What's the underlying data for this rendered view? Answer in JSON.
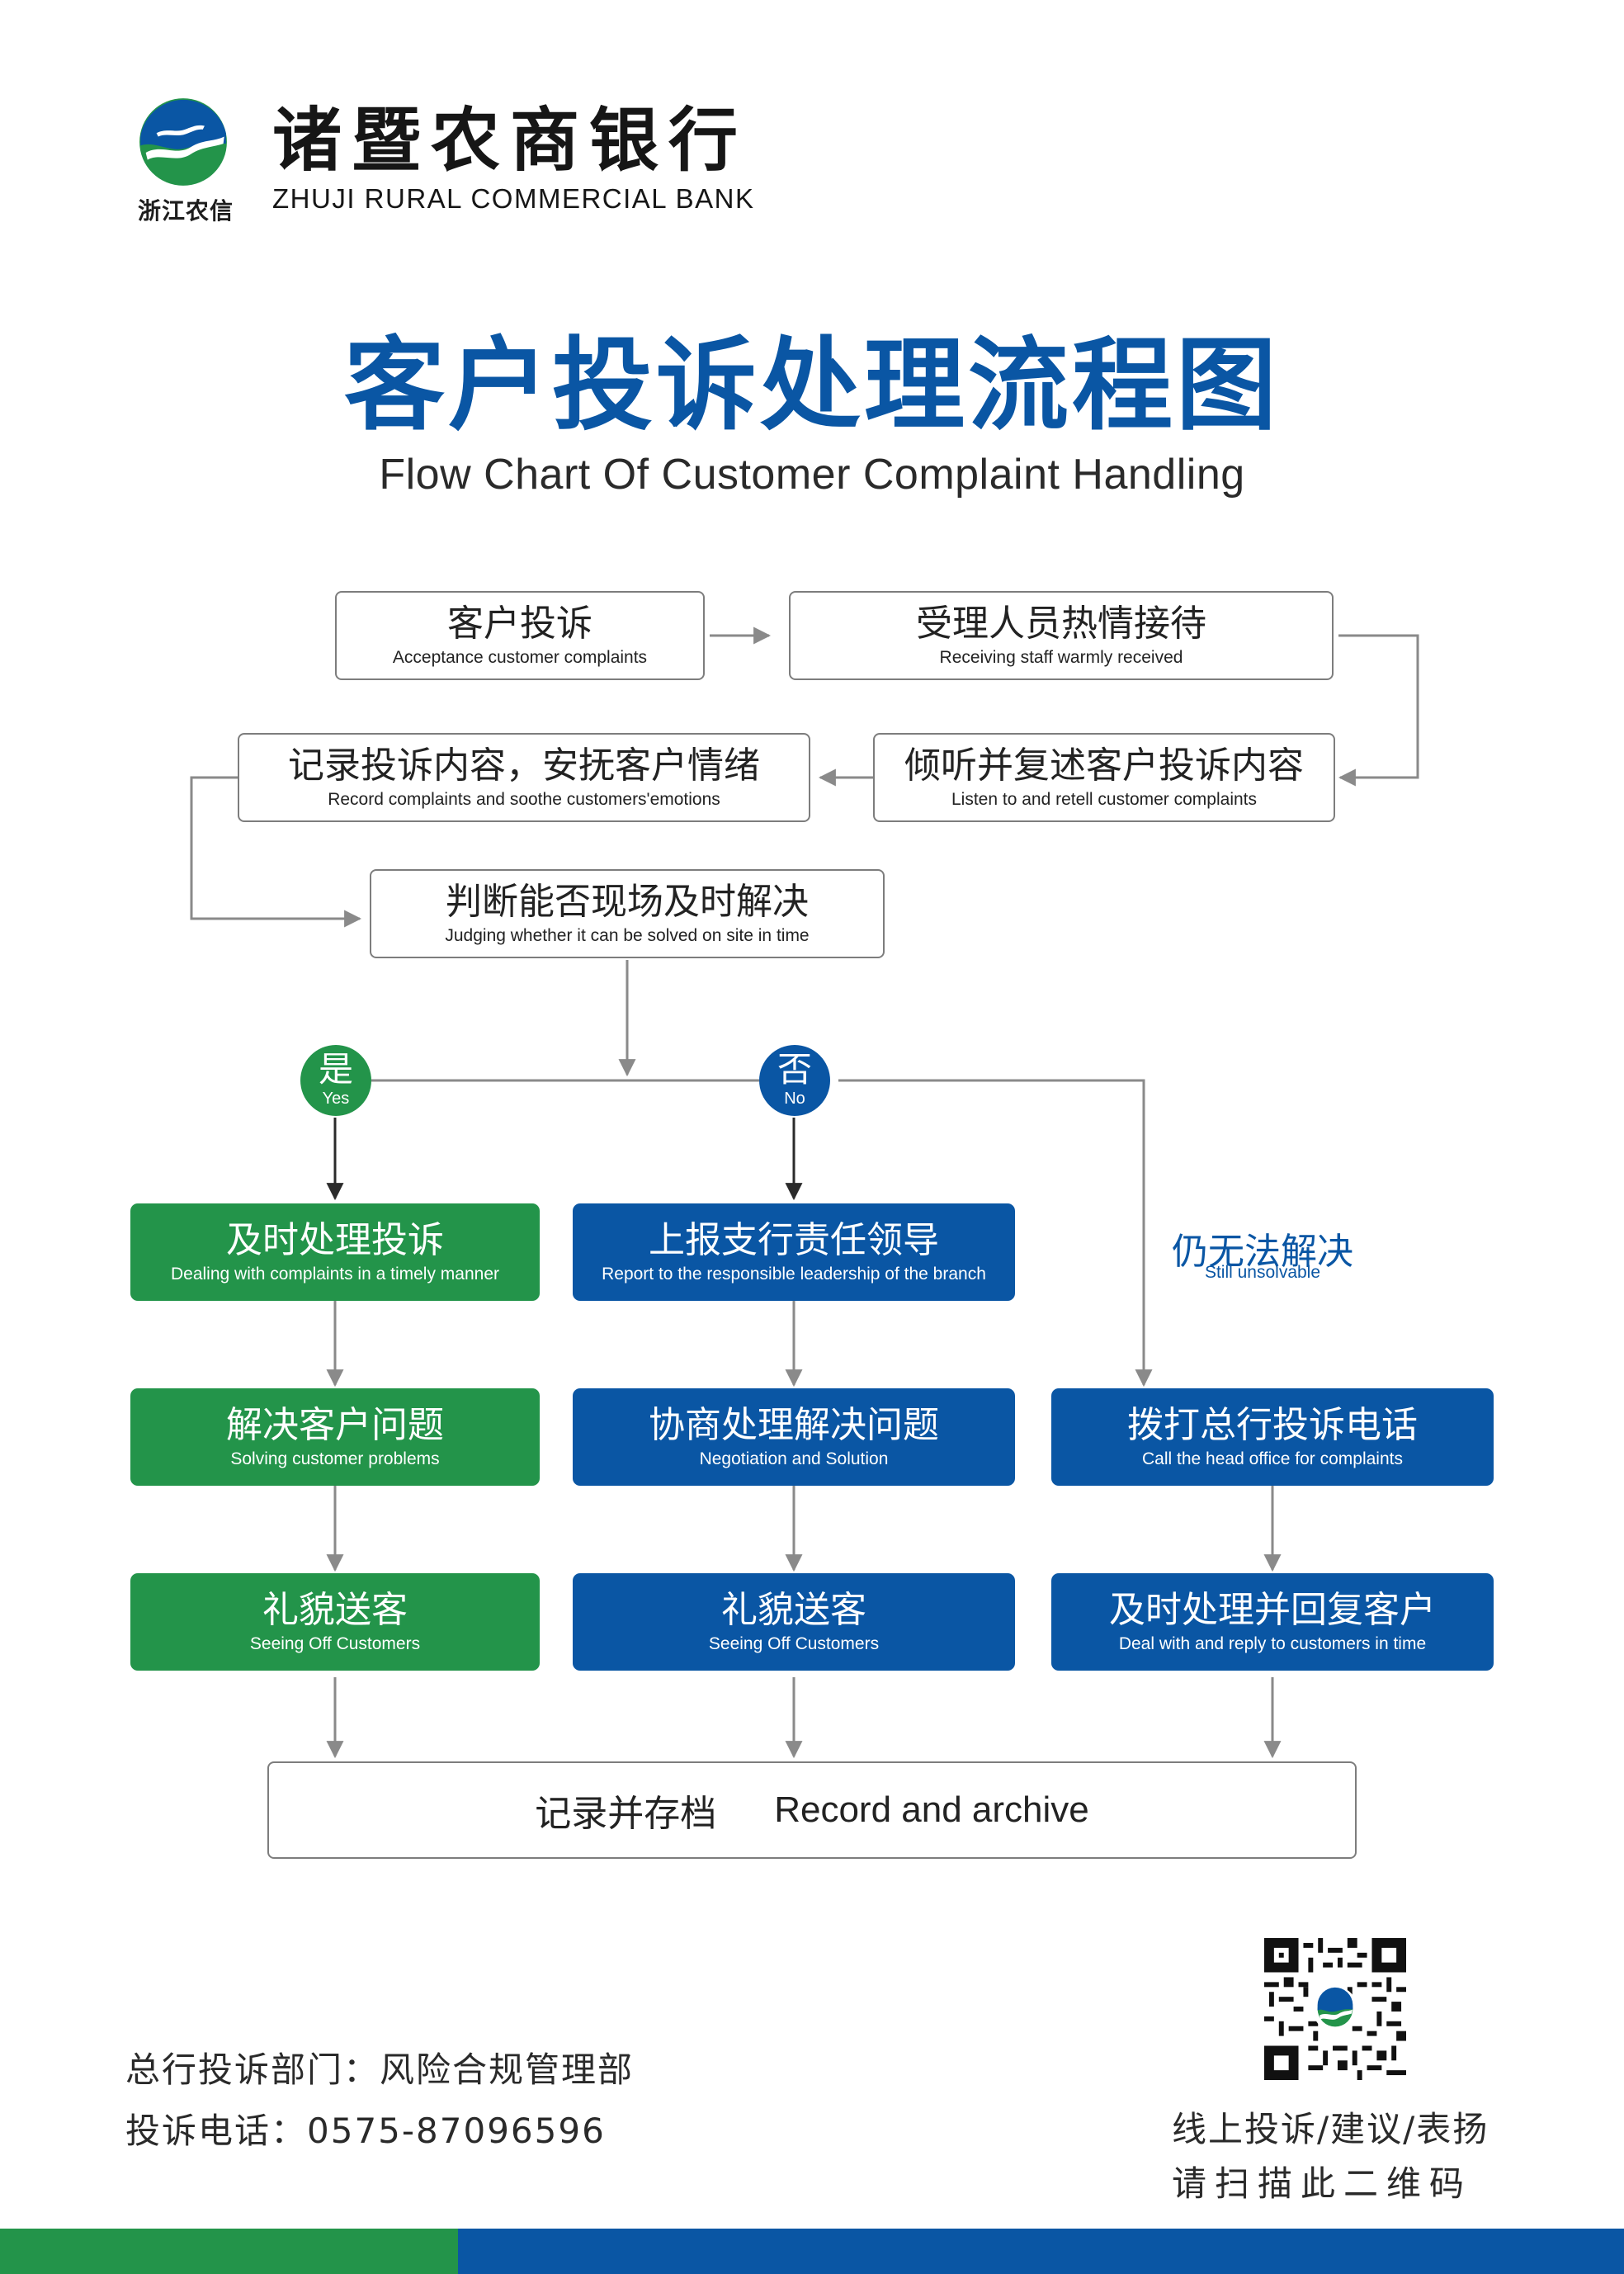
{
  "header": {
    "logo_caption": "浙江农信",
    "bank_name_cn": "诸暨农商银行",
    "bank_name_en": "ZHUJI RURAL COMMERCIAL BANK",
    "title_cn": "客户投诉处理流程图",
    "title_en": "Flow Chart Of Customer Complaint Handling"
  },
  "colors": {
    "green": "#23944a",
    "blue": "#0a56a4",
    "line": "#8a8a8a"
  },
  "flow": {
    "step1": {
      "cn": "客户投诉",
      "en": "Acceptance customer complaints"
    },
    "step2": {
      "cn": "受理人员热情接待",
      "en": "Receiving staff warmly received"
    },
    "step3": {
      "cn": "倾听并复述客户投诉内容",
      "en": "Listen to and retell customer complaints"
    },
    "step4": {
      "cn": "记录投诉内容，安抚客户情绪",
      "en": "Record complaints and soothe customers'emotions"
    },
    "step5": {
      "cn": "判断能否现场及时解决",
      "en": "Judging whether it can be solved on site in time"
    },
    "yes": {
      "cn": "是",
      "en": "Yes"
    },
    "no": {
      "cn": "否",
      "en": "No"
    },
    "yes_branch": [
      {
        "cn": "及时处理投诉",
        "en": "Dealing with complaints in a timely manner"
      },
      {
        "cn": "解决客户问题",
        "en": "Solving customer problems"
      },
      {
        "cn": "礼貌送客",
        "en": "Seeing Off Customers"
      }
    ],
    "no_branch": [
      {
        "cn": "上报支行责任领导",
        "en": "Report to the responsible leadership of the branch"
      },
      {
        "cn": "协商处理解决问题",
        "en": "Negotiation and Solution"
      },
      {
        "cn": "礼貌送客",
        "en": "Seeing Off Customers"
      }
    ],
    "still_unsolvable": {
      "cn": "仍无法解决",
      "en": "Still unsolvable"
    },
    "head_branch": [
      {
        "cn": "拨打总行投诉电话",
        "en": "Call the head office for complaints"
      },
      {
        "cn": "及时处理并回复客户",
        "en": "Deal with and reply to customers in time"
      }
    ],
    "archive": {
      "cn": "记录并存档",
      "en": "Record and archive"
    }
  },
  "footer": {
    "dept_line": "总行投诉部门：风险合规管理部",
    "phone_line": "投诉电话：0575-87096596",
    "qr_line1": "线上投诉/建议/表扬",
    "qr_line2": "请扫描此二维码",
    "qr_icon": "qr-code-icon"
  }
}
